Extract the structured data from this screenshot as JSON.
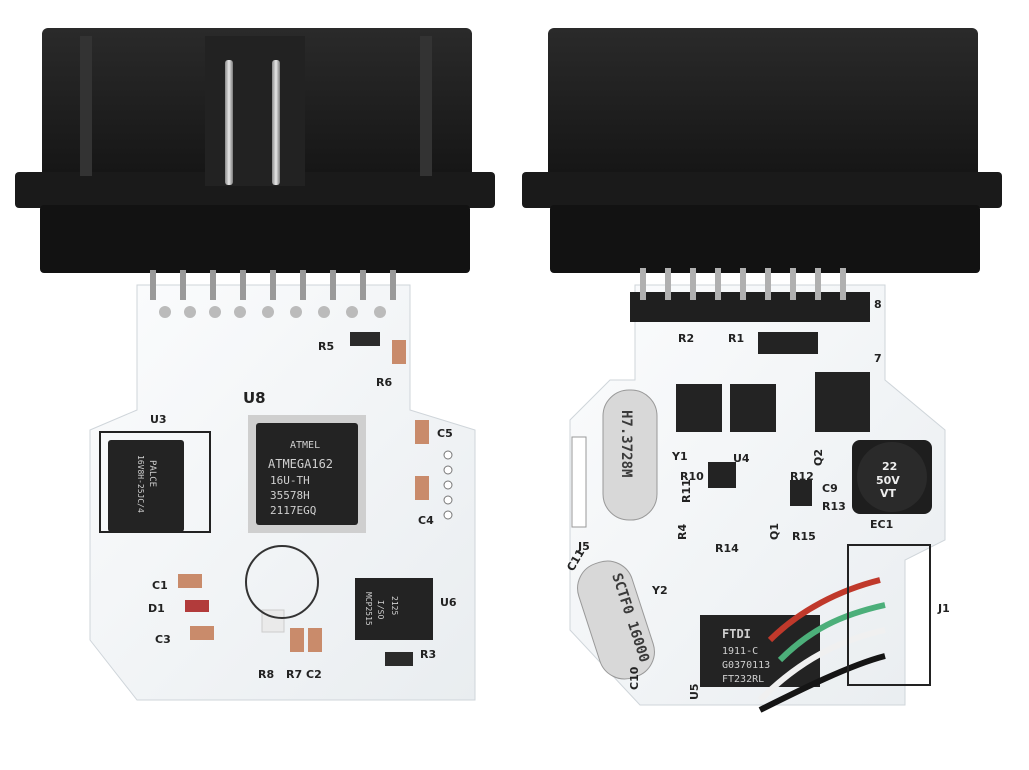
{
  "left_board": {
    "labels": {
      "u8": "U8",
      "u3": "U3",
      "u6": "U6",
      "r5": "R5",
      "r6": "R6",
      "r3": "R3",
      "r8": "R8",
      "r7": "R7",
      "c1": "C1",
      "c2": "C2",
      "c3": "C3",
      "c4": "C4",
      "c5": "C5",
      "d1": "D1"
    },
    "mcu_lines": [
      "ATMEGA162",
      "16U-TH",
      "35578H",
      "2117EGQ"
    ],
    "mcu_logo": "ATMEL",
    "u3_lines": [
      "PALCE",
      "16V8H-25JC/4"
    ],
    "u6_lines": [
      "MCP2515",
      "I/SO",
      "2125"
    ]
  },
  "right_board": {
    "labels": {
      "r1": "R1",
      "r2": "R2",
      "r10": "R10",
      "r11": "R11",
      "r4": "R4",
      "r12": "R12",
      "r13": "R13",
      "r14": "R14",
      "r15": "R15",
      "u4": "U4",
      "u5": "U5",
      "q1": "Q1",
      "q2": "Q2",
      "y1": "Y1",
      "y2": "Y2",
      "j1": "J1",
      "j5": "J5",
      "ec1": "EC1",
      "c9": "C9",
      "c10": "C10",
      "c11": "C11",
      "n8": "8",
      "n7": "7"
    },
    "crystal_y1": "H7.3728M",
    "crystal_y2": "SCTF0 16000",
    "ftdi_lines": [
      "FTDI",
      "1911-C",
      "G0370113",
      "FT232RL"
    ],
    "cap_lines": [
      "22",
      "50V",
      "VT"
    ]
  },
  "colors": {
    "connector": "#1c1c1c",
    "pcb": "#f4f6f8",
    "gold": "#c9a45a",
    "wire_red": "#c0392b",
    "wire_green": "#4caf7a"
  }
}
